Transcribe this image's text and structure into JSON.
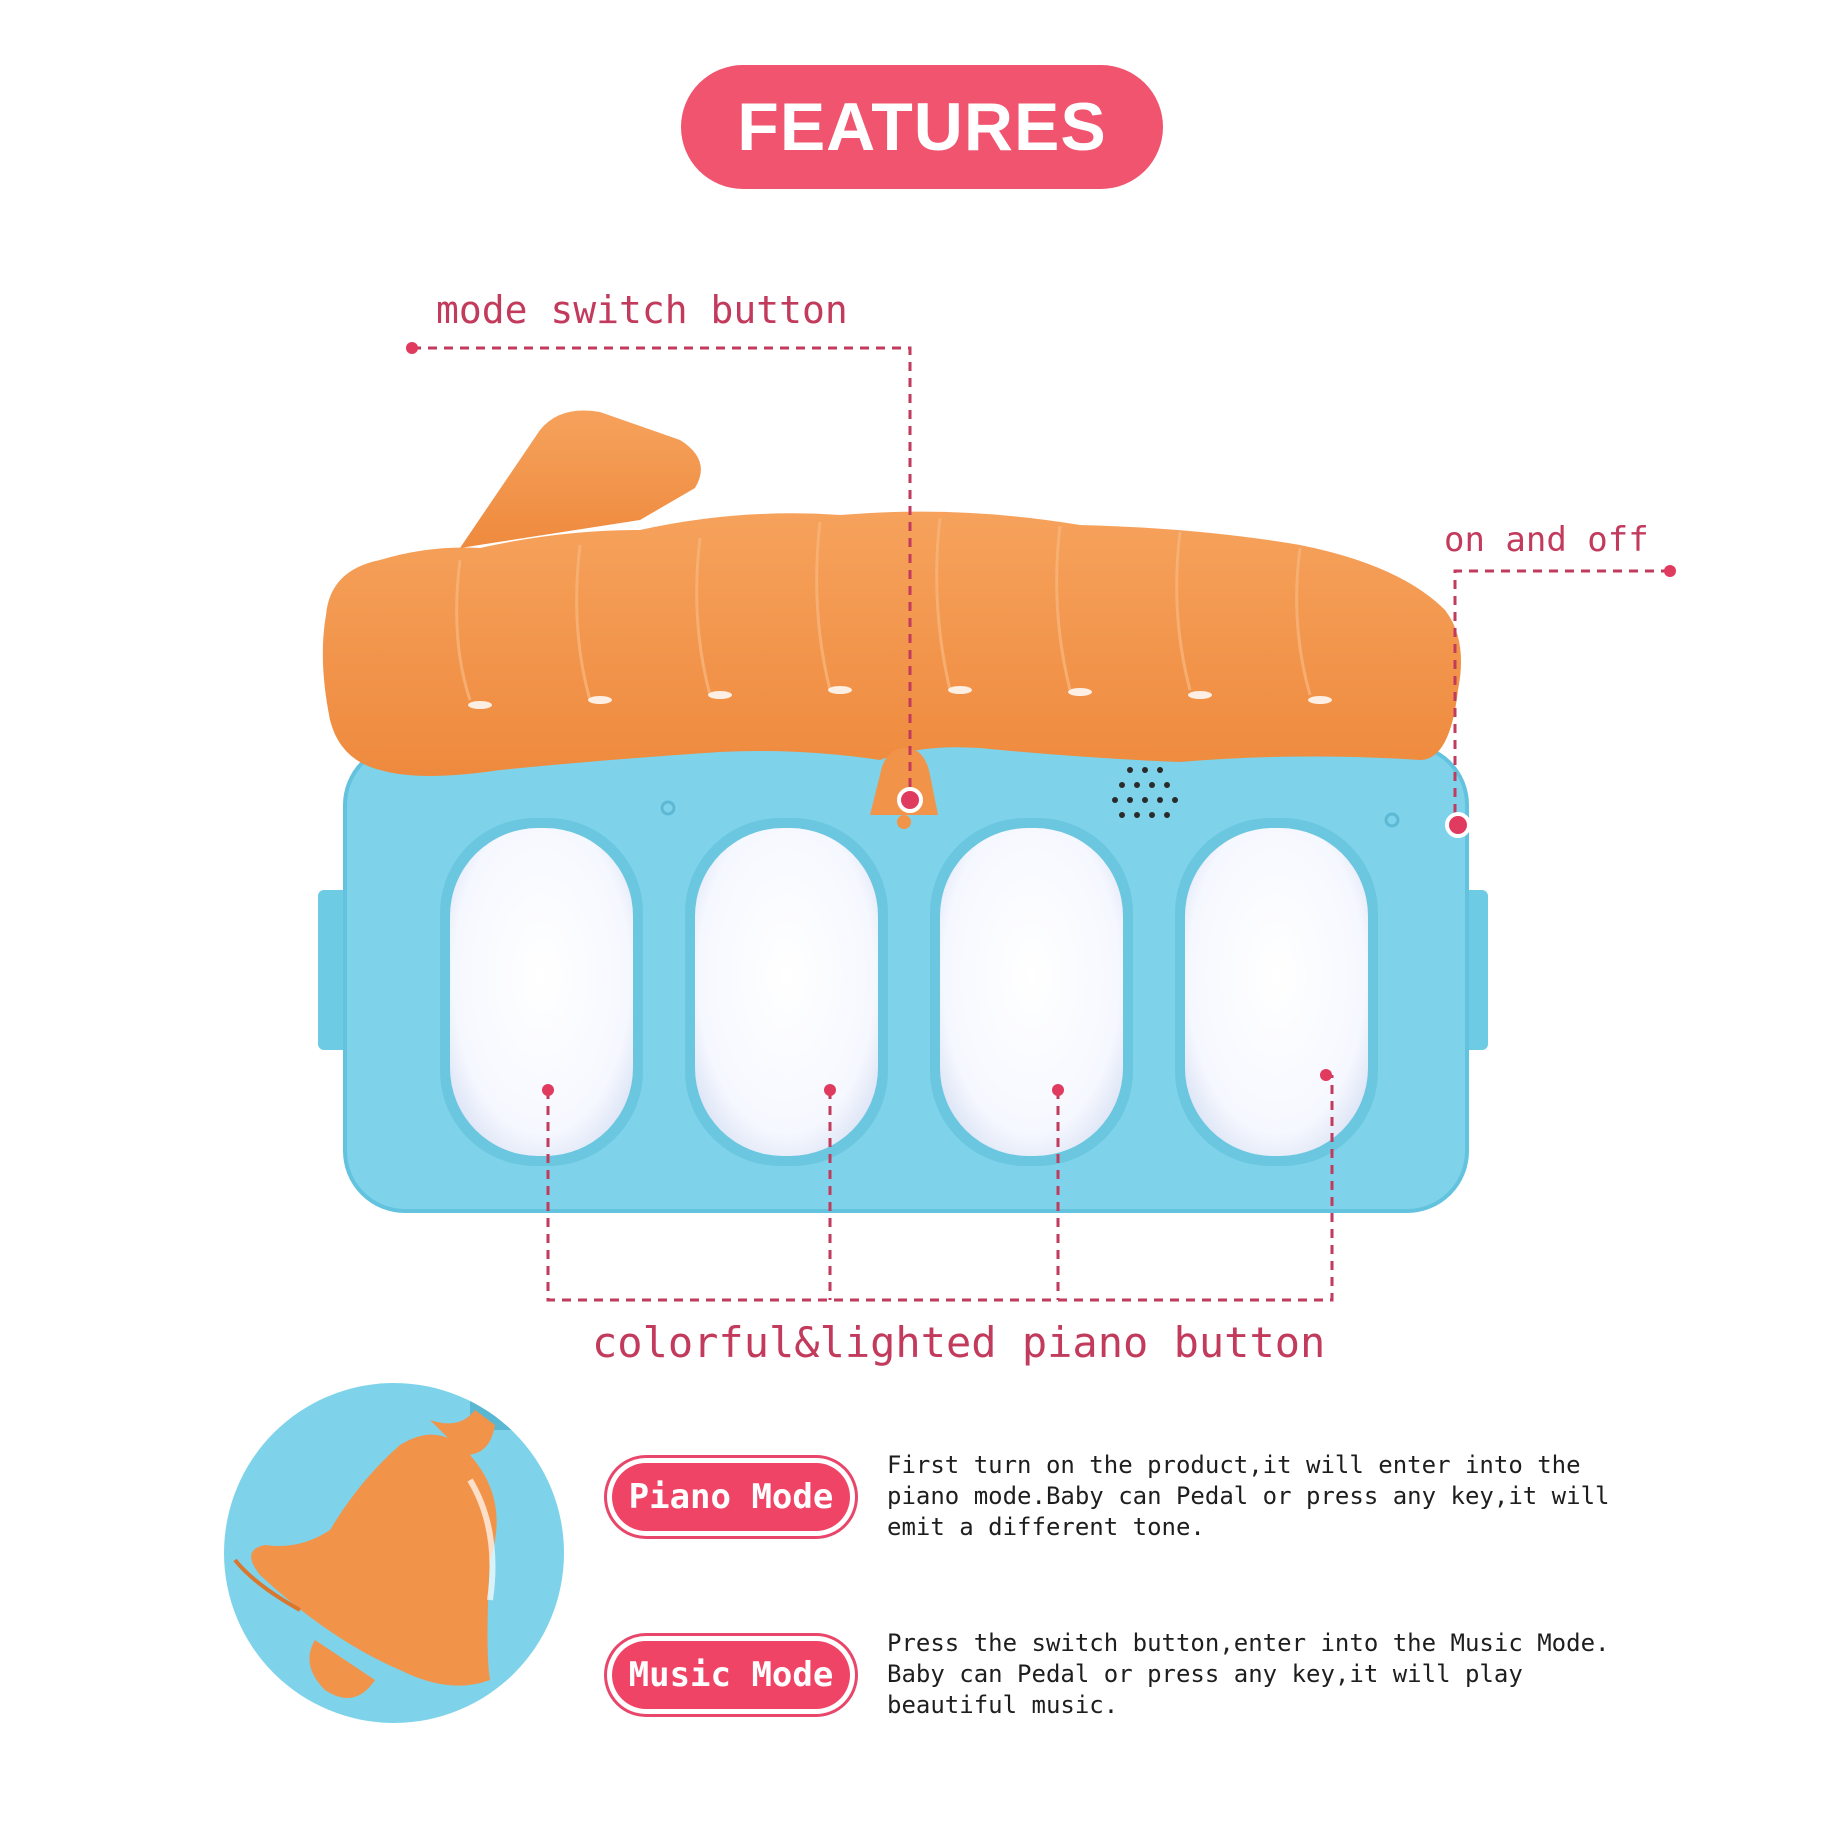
{
  "header": {
    "title": "FEATURES"
  },
  "callouts": {
    "mode_switch": "mode switch button",
    "on_off": "on and off",
    "piano_buttons": "colorful&lighted piano button"
  },
  "modes": [
    {
      "label": "Piano Mode",
      "description": "First turn on the product,it will enter into the piano mode.Baby can Pedal or press any key,it will emit a different tone."
    },
    {
      "label": "Music Mode",
      "description": "Press the switch button,enter into the Music Mode. Baby can Pedal or press any key,it will play beautiful music."
    }
  ],
  "colors": {
    "accent_pink": "#f0546e",
    "callout_text": "#c23a5c",
    "toy_orange": "#f2934a",
    "toy_blue": "#7ed3ea"
  }
}
